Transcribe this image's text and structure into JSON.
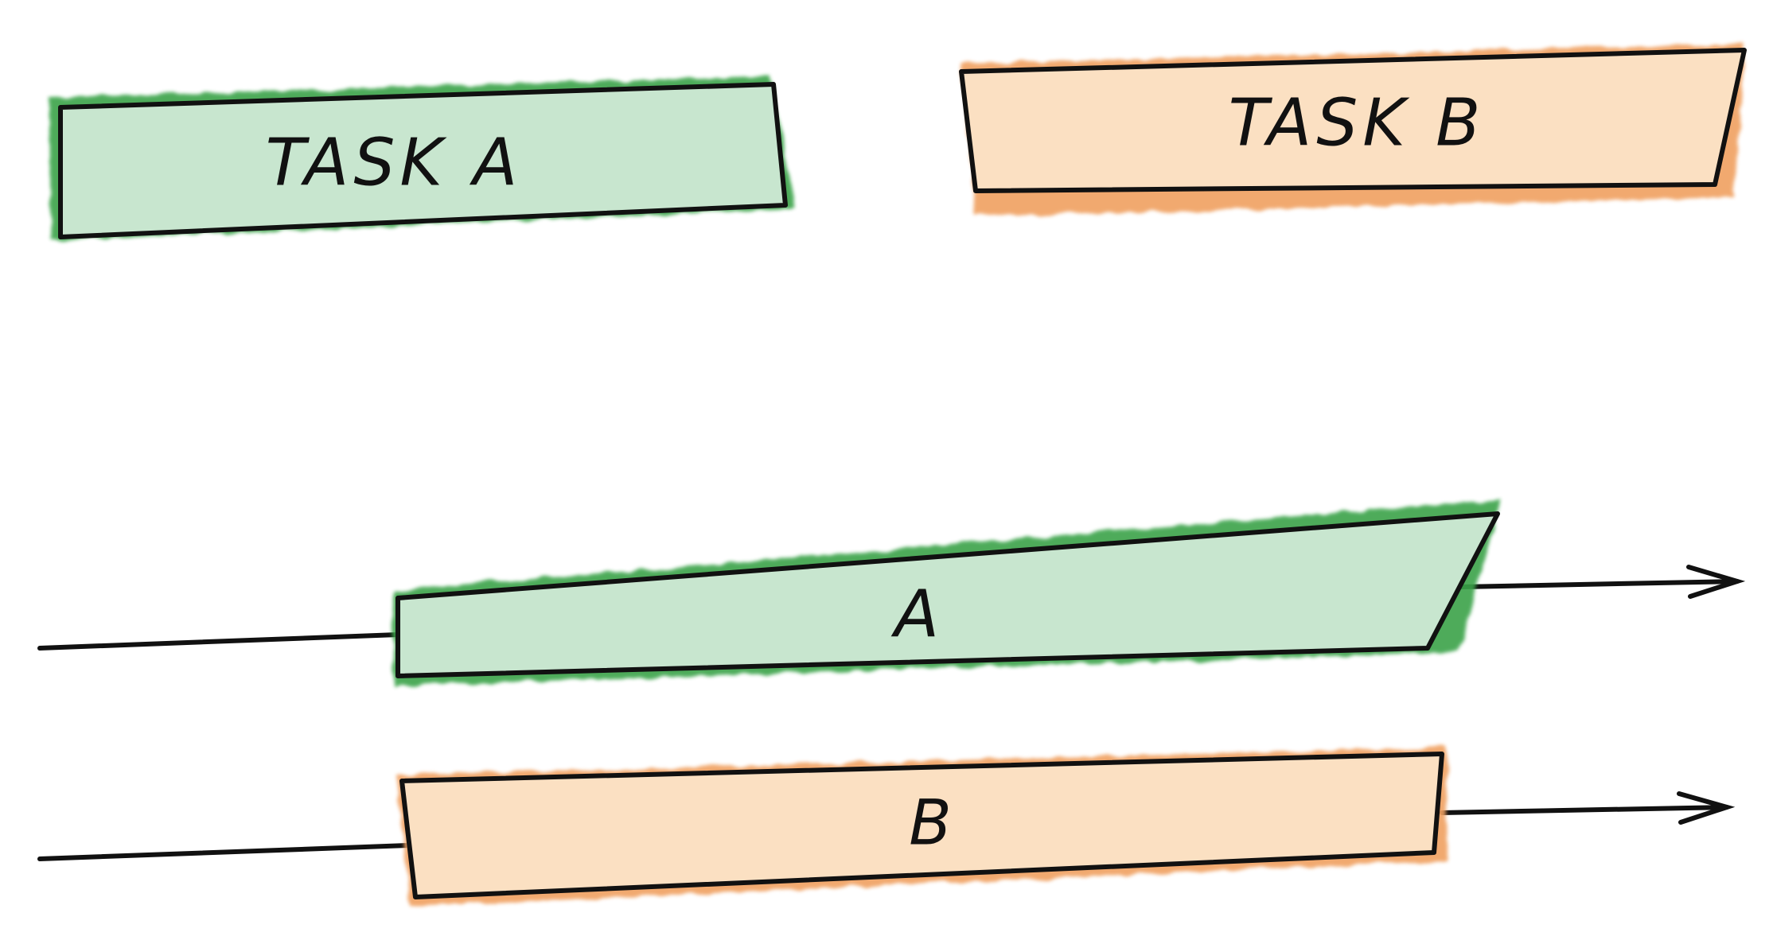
{
  "colors": {
    "task_a_fill": "#cfe9d6",
    "task_a_shadow": "#3aa34a",
    "task_b_fill": "#fbe3c6",
    "task_b_shadow": "#f0a060",
    "ink": "#111111"
  },
  "boxes": {
    "task_a_label": "TASK A",
    "task_b_label": "TASK B",
    "lane_a_label": "A",
    "lane_b_label": "B"
  }
}
